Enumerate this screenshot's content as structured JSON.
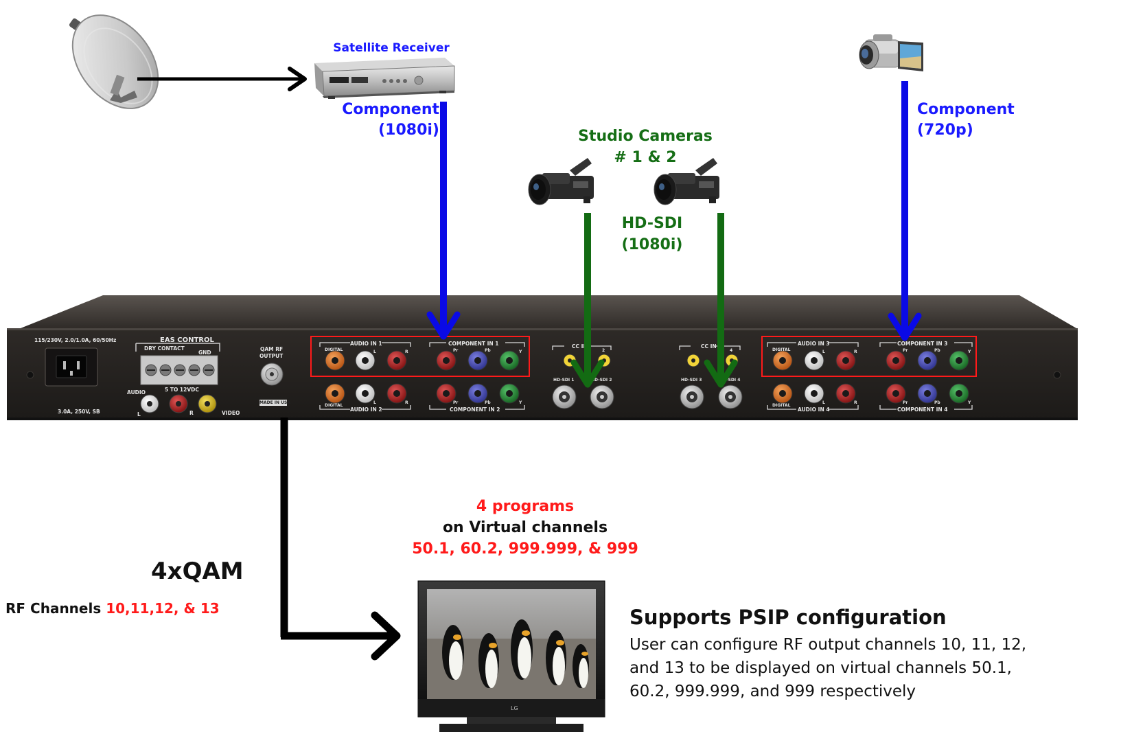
{
  "colors": {
    "component": "#0a0ae6",
    "sdi": "#136b13",
    "rf": "#000000",
    "highlight": "#ff1a1a",
    "chassis": "#2b2724"
  },
  "satellite_receiver": {
    "title": "Satellite Receiver",
    "output_type": "Component",
    "output_format": "(1080i)"
  },
  "camcorder": {
    "output_type": "Component",
    "output_format": "(720p)"
  },
  "studio_cameras": {
    "title_line1": "Studio Cameras",
    "title_line2": "# 1 & 2",
    "output_type": "HD-SDI",
    "output_format": "(1080i)"
  },
  "panel": {
    "power_line1": "115/230V, 2.0/1.0A, 60/50Hz",
    "power_line2": "3.0A, 250V, SB",
    "eas_title": "EAS CONTROL",
    "eas_dry": "DRY CONTACT",
    "eas_gnd": "GND",
    "eas_volt": "5 TO 12VDC",
    "av_audio": "AUDIO",
    "av_l": "L",
    "av_r": "R",
    "av_video": "VIDEO",
    "qam_line1": "QAM RF",
    "qam_line2": "OUTPUT",
    "made_in": "MADE IN USA",
    "audio_in_1": "AUDIO IN 1",
    "audio_in_2": "AUDIO IN 2",
    "audio_in_3": "AUDIO IN 3",
    "audio_in_4": "AUDIO IN 4",
    "component_in_1": "COMPONENT IN 1",
    "component_in_2": "COMPONENT IN 2",
    "component_in_3": "COMPONENT IN 3",
    "component_in_4": "COMPONENT IN 4",
    "digital": "DIGITAL",
    "cc_in": "CC IN",
    "hdsdi_1": "HD-SDI 1",
    "hdsdi_2": "HD-SDI 2",
    "hdsdi_3": "HD-SDI 3",
    "hdsdi_4": "HD-SDI 4",
    "cc_2": "2",
    "cc_4": "4",
    "pr": "Pr",
    "pb": "Pb",
    "y": "Y"
  },
  "output": {
    "modulation": "4xQAM",
    "rf_prefix": "RF Channels",
    "rf_channels": "10,11,12, & 13"
  },
  "tv": {
    "programs": "4 programs",
    "virtual_label": "on Virtual channels",
    "virtual_channels": "50.1, 60.2, 999.999, & 999",
    "brand": "LG"
  },
  "psip": {
    "title": "Supports PSIP configuration",
    "desc_line1": "User can configure RF output channels 10, 11, 12,",
    "desc_line2": "and 13 to be displayed on virtual channels 50.1,",
    "desc_line3": "60.2, 999.999, and 999 respectively"
  }
}
